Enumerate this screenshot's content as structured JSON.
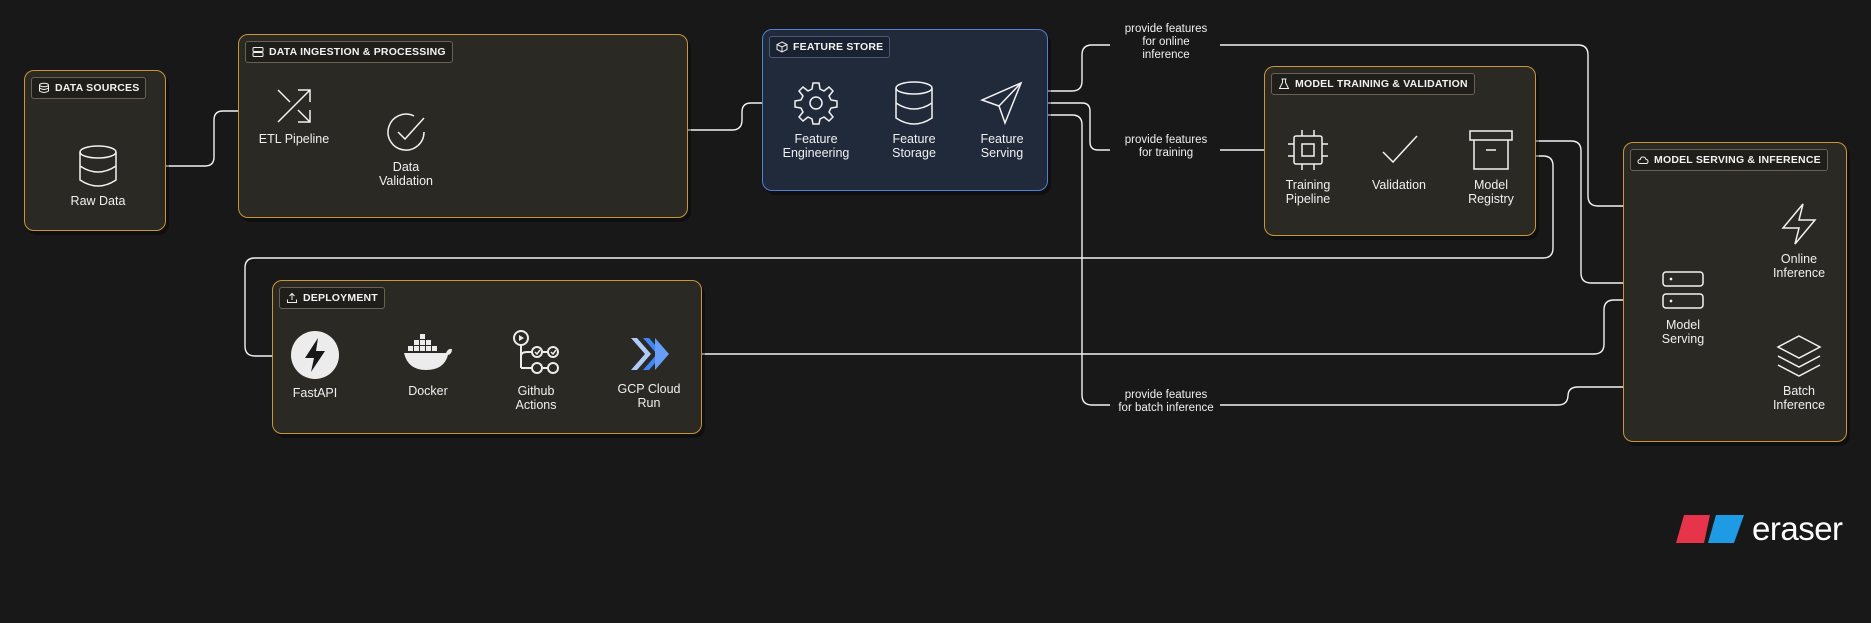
{
  "groups": {
    "data_sources": "DATA SOURCES",
    "ingestion": "DATA INGESTION & PROCESSING",
    "feature_store": "FEATURE STORE",
    "training": "MODEL TRAINING & VALIDATION",
    "serving": "MODEL SERVING & INFERENCE",
    "deployment": "DEPLOYMENT"
  },
  "nodes": {
    "raw_data": "Raw Data",
    "etl_pipeline": "ETL Pipeline",
    "data_validation": "Data\nValidation",
    "feature_engineering": "Feature\nEngineering",
    "feature_storage": "Feature\nStorage",
    "feature_serving": "Feature\nServing",
    "training_pipeline": "Training\nPipeline",
    "validation": "Validation",
    "model_registry": "Model\nRegistry",
    "online_inference": "Online\nInference",
    "model_serving": "Model\nServing",
    "batch_inference": "Batch\nInference",
    "fastapi": "FastAPI",
    "docker": "Docker",
    "github_actions": "Github\nActions",
    "gcp_cloud_run": "GCP Cloud\nRun"
  },
  "edge_labels": {
    "online": "provide features\nfor online\ninference",
    "training": "provide features\nfor training",
    "batch": "provide features\nfor batch inference"
  },
  "colors": {
    "background": "#181818",
    "group_border": "#c9963a",
    "feature_store_border": "#4f7fd6",
    "edge": "#f2f2f2",
    "logo_red": "#e8344a",
    "logo_blue": "#1f9be6",
    "cloud_run_blue": "#4285f4"
  },
  "logo": {
    "text": "eraser"
  }
}
